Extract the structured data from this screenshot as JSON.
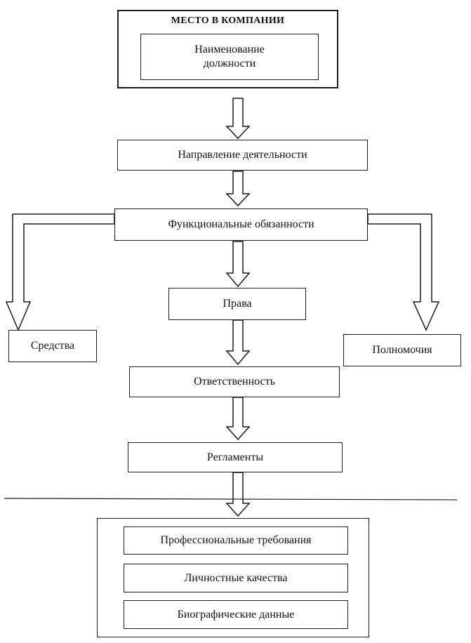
{
  "diagram": {
    "top_block": {
      "title": "МЕСТО В КОМПАНИИ",
      "position_name": "Наименование\nдолжности"
    },
    "activity_direction": "Направление деятельности",
    "functional_duties": "Функциональные обязанности",
    "resources": "Средства",
    "powers": "Полномочия",
    "rights": "Права",
    "responsibility": "Ответственность",
    "regulations": "Регламенты",
    "requirements_block": {
      "professional": "Профессиональные требования",
      "personal": "Личностные качества",
      "biographical": "Биографические данные"
    }
  }
}
